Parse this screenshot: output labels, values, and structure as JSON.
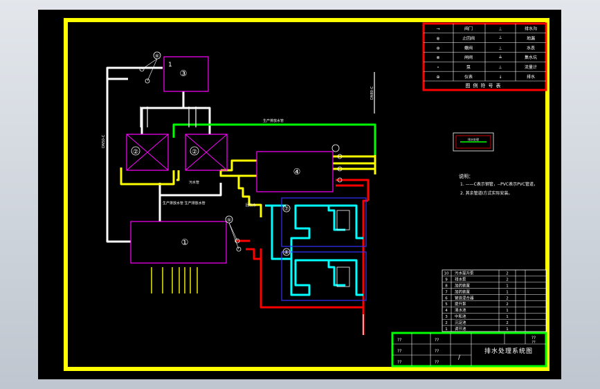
{
  "drawing_title": "排水处理系统图",
  "scale_marks": {
    "a": "??",
    "b": "??"
  },
  "title_block_rows": [
    {
      "a": "??",
      "b": "??"
    },
    {
      "a": "??",
      "b": "??"
    },
    {
      "a": "??",
      "b": "??"
    }
  ],
  "title_block_slash": "/",
  "legend_title": "图例符号表",
  "legend_rows": [
    {
      "sym": "→",
      "name": "阀门",
      "sym2": "⊥",
      "name2": "排水沟"
    },
    {
      "sym": "⊗",
      "name": "止回阀",
      "sym2": "┴",
      "name2": "地漏"
    },
    {
      "sym": "⊕",
      "name": "蝶阀",
      "sym2": "⊥",
      "name2": "水表"
    },
    {
      "sym": "⊗",
      "name": "闸阀",
      "sym2": "╧",
      "name2": "集水坑"
    },
    {
      "sym": "∘",
      "name": "泵",
      "sym2": "⊥",
      "name2": "流量计"
    },
    {
      "sym": "⊕",
      "name": "仪表",
      "sym2": "↓",
      "name2": "排水"
    }
  ],
  "notes_heading": "说明：",
  "notes": [
    "1. ——C表示钢管，--PVC表示PVC管道，",
    "2. 其余管道I方式实际安装。"
  ],
  "small_box_label": "排水处理",
  "equipment": [
    {
      "id": "eq1",
      "label": "①"
    },
    {
      "id": "eq2a",
      "label": "②"
    },
    {
      "id": "eq2b",
      "label": "②"
    },
    {
      "id": "eq3",
      "label": "③"
    },
    {
      "id": "eq4",
      "label": "④"
    },
    {
      "id": "eq5",
      "label": "⑤"
    },
    {
      "id": "eq6",
      "label": "⑥"
    },
    {
      "id": "eq7",
      "label": "⑦"
    },
    {
      "id": "eq8",
      "label": "⑧"
    }
  ],
  "tag_1": "1",
  "pipe_labels": {
    "green_top": "生产排放水管",
    "yellow_mid": "污水管",
    "white_mid": "生产排放水管 生产排放水管",
    "yellow_left": "回收水",
    "rotated_left": "DN50-C",
    "rotated_right": "DN80-C"
  },
  "parts_rows": [
    {
      "no": "10",
      "name": "污水提升泵",
      "qty": "2"
    },
    {
      "no": "9",
      "name": "排水泵",
      "qty": "2"
    },
    {
      "no": "8",
      "name": "加药装置",
      "qty": "1"
    },
    {
      "no": "7",
      "name": "加药装置",
      "qty": "1"
    },
    {
      "no": "6",
      "name": "管道混合器",
      "qty": "2"
    },
    {
      "no": "5",
      "name": "提升泵",
      "qty": "2"
    },
    {
      "no": "4",
      "name": "清水池",
      "qty": "1"
    },
    {
      "no": "3",
      "name": "中和池",
      "qty": "1"
    },
    {
      "no": "2",
      "name": "沉淀池",
      "qty": "2"
    },
    {
      "no": "1",
      "name": "调节池",
      "qty": "1"
    }
  ],
  "colors": {
    "border": "#ffff00",
    "title_block": "#00ff00",
    "legend": "#ff0000",
    "pipe_yellow": "#ffff00",
    "pipe_green": "#00ff00",
    "pipe_red": "#ff0000",
    "pipe_cyan": "#00ffff",
    "pipe_white": "#ffffff",
    "equipment": "#ff00ff",
    "module": "#3333ff"
  }
}
